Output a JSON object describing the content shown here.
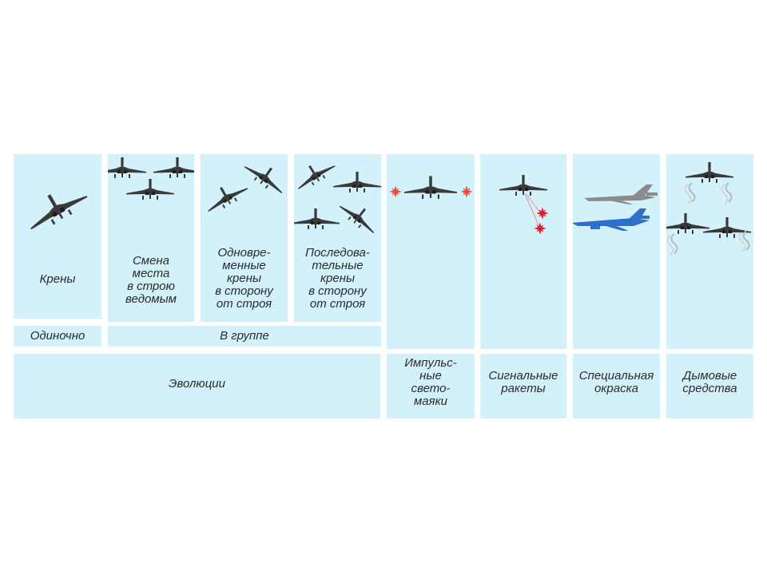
{
  "cells": {
    "kreny": "Крены",
    "smena": "Смена\nместа\nв строю\nведомым",
    "odnovremennye": "Одновре-\nменные\nкрены\nв сторону\nот строя",
    "posledovatelnye": "Последова-\nтельные\nкрены\nв сторону\nот строя",
    "odinochno": "Одиночно",
    "v_gruppe": "В группе",
    "evolyutsii": "Эволюции",
    "impulsnye": "Импульс-\nные\nсвето-\nмаяки",
    "signalnye": "Сигнальные\nракеты",
    "specialnaya": "Специальная\nокраска",
    "dymovye": "Дымовые\nсредства"
  },
  "colors": {
    "panel": "#d3f1fb",
    "aircraft": "#3a3a3a",
    "flash": "#e8503a",
    "flare": "#d8202a",
    "blue_plane": "#2f6fcc",
    "grey_plane": "#8b8b8b",
    "smoke": "#b8b8b8"
  }
}
